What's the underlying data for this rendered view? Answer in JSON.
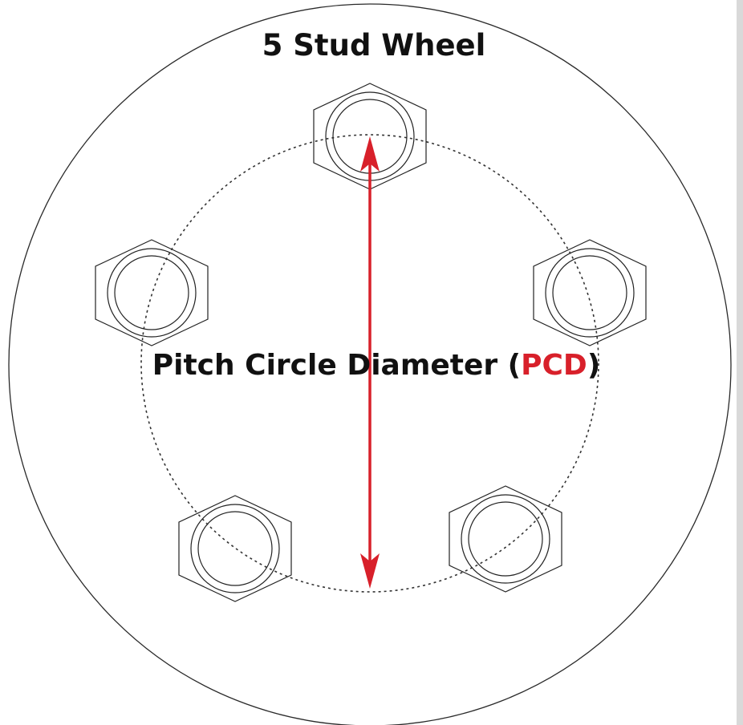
{
  "title": "5 Stud Wheel",
  "pcd_label": {
    "prefix": "Pitch Circle Diameter (",
    "acronym": "PCD",
    "suffix": ")",
    "acronym_color": "#d8202a"
  },
  "colors": {
    "outline": "#2a2a2a",
    "arrow": "#d8202a",
    "background": "#ffffff"
  },
  "stud_count": 5
}
